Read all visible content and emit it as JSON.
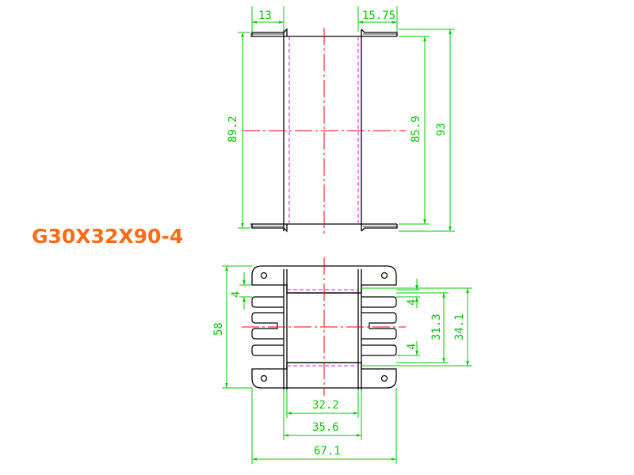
{
  "part_number": "G30X32X90-4",
  "colors": {
    "outline": "#000000",
    "dimension": "#00cc00",
    "centerline": "#ff0000",
    "hidden": "#ff00ff",
    "part_label": "#ff6a13"
  },
  "side_view": {
    "dim_flange_left": "13",
    "dim_flange_right": "15.75",
    "dim_overall_inner": "89.2",
    "dim_window": "85.9",
    "dim_overall": "93"
  },
  "top_view": {
    "dim_height": "58",
    "dim_slot": "4",
    "dim_slot_lower": "4",
    "dim_core_height": "31.3",
    "dim_bobbin_height": "34.1",
    "dim_core_width": "32.2",
    "dim_bobbin_width": "35.6",
    "dim_overall_width": "67.1"
  }
}
